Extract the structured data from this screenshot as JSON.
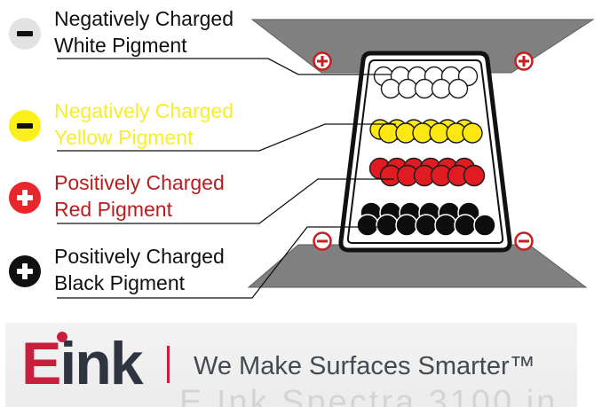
{
  "legend": [
    {
      "line1": "Negatively Charged",
      "line2": "White Pigment",
      "charge": "negative",
      "text_color": "#111111",
      "icon_bg": "#e2e2e2",
      "icon_fg": "#111111",
      "icon": "minus-icon"
    },
    {
      "line1": "Negatively Charged",
      "line2": "Yellow Pigment",
      "charge": "negative",
      "text_color": "#f7ee2a",
      "icon_bg": "#fbf019",
      "icon_fg": "#111111",
      "icon": "minus-icon"
    },
    {
      "line1": "Positively Charged",
      "line2": "Red Pigment",
      "charge": "positive",
      "text_color": "#b81e1e",
      "icon_bg": "#e8262b",
      "icon_fg": "#ffffff",
      "icon": "plus-icon"
    },
    {
      "line1": "Positively Charged",
      "line2": "Black Pigment",
      "charge": "positive",
      "text_color": "#111111",
      "icon_bg": "#111111",
      "icon_fg": "#ffffff",
      "icon": "plus-icon"
    }
  ],
  "electrodes": {
    "top_charge": "positive",
    "bottom_charge": "negative",
    "plate_color": "#808080",
    "marker_color": "#c81e1e"
  },
  "capsule": {
    "rows": [
      {
        "pigment": "white",
        "fill": "#ffffff"
      },
      {
        "pigment": "yellow",
        "fill": "#fbe812"
      },
      {
        "pigment": "red",
        "fill": "#e11b22"
      },
      {
        "pigment": "black",
        "fill": "#0d0d0d"
      }
    ]
  },
  "footer": {
    "logo_e": "E",
    "logo_rest": "ink",
    "tagline": "We Make Surfaces Smarter™",
    "watermark": "E Ink Spectra 3100 in",
    "brand_color": "#c8203c"
  }
}
